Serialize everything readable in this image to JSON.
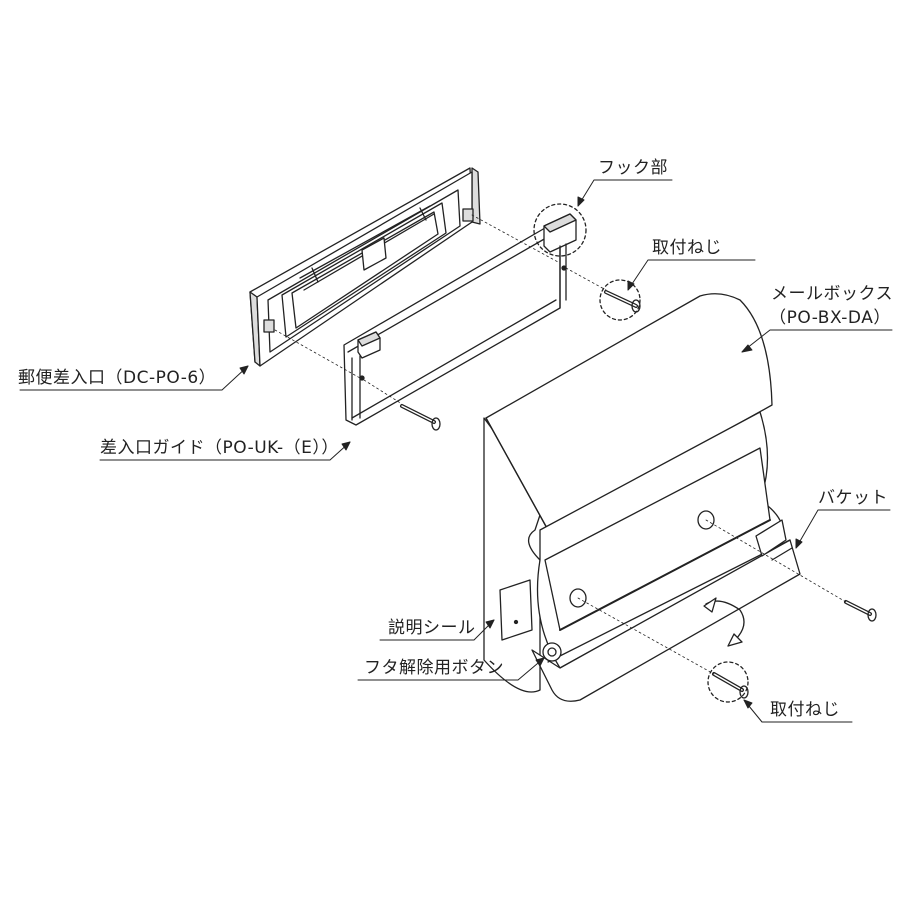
{
  "labels": {
    "mail_slot": "郵便差入口（DC-PO-6）",
    "slot_guide": "差入口ガイド（PO-UK-（E））",
    "hook": "フック部",
    "screw_top": "取付ねじ",
    "mailbox_name": "メールボックス",
    "mailbox_model": "（PO-BX-DA）",
    "bracket": "バケット",
    "instruction_seal": "説明シール",
    "lid_release_button": "フタ解除用ボタン",
    "screw_bottom": "取付ねじ"
  },
  "colors": {
    "line": "#222222",
    "fill": "#ffffff",
    "shade": "#dcdcdc"
  }
}
